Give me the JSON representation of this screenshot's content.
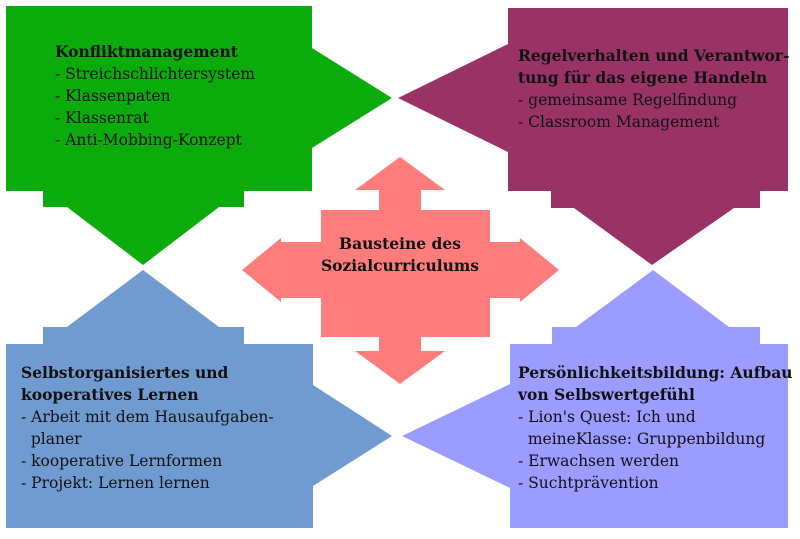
{
  "colors": {
    "green": "#0aab0a",
    "maroon": "#993366",
    "blue": "#6f9bd0",
    "lavender": "#9b9cff",
    "salmon": "#ff7c7c"
  },
  "center": {
    "line1": "Bausteine des",
    "line2": "Sozialcurriculums"
  },
  "top_left": {
    "title": "Konfliktmanagement",
    "items": [
      "- Streichschlichtersystem",
      "- Klassenpaten",
      "- Klassenrat",
      "- Anti-Mobbing-Konzept"
    ]
  },
  "top_right": {
    "title1": "Regelverhalten und Verantwor-",
    "title2": "tung für das eigene Handeln",
    "items": [
      "- gemeinsame Regelfindung",
      "- Classroom Management"
    ]
  },
  "bottom_left": {
    "title1": "Selbstorganisiertes und",
    "title2": "kooperatives Lernen",
    "items": [
      "- Arbeit mit dem Hausaufgaben-",
      "  planer",
      "- kooperative Lernformen",
      "- Projekt: Lernen lernen"
    ]
  },
  "bottom_right": {
    "title1": "Persönlichkeitsbildung: Aufbau",
    "title2": "von Selbswertgefühl",
    "items": [
      "- Lion's Quest: Ich und",
      "  meineKlasse: Gruppenbildung",
      "- Erwachsen werden",
      "- Suchtprävention"
    ]
  }
}
